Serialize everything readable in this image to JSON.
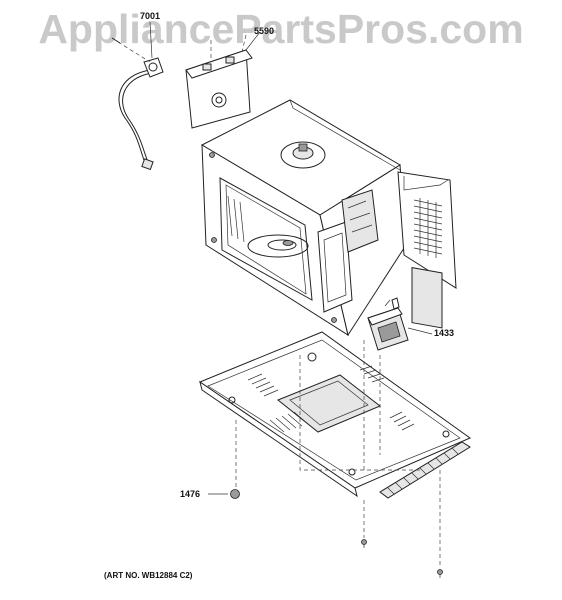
{
  "watermark": "AppliancePartsPros.com",
  "parts": [
    {
      "id": "7001"
    },
    {
      "id": "5590"
    },
    {
      "id": "1433"
    },
    {
      "id": "1476"
    }
  ],
  "art_number": "(ART NO. WB12884 C2)"
}
